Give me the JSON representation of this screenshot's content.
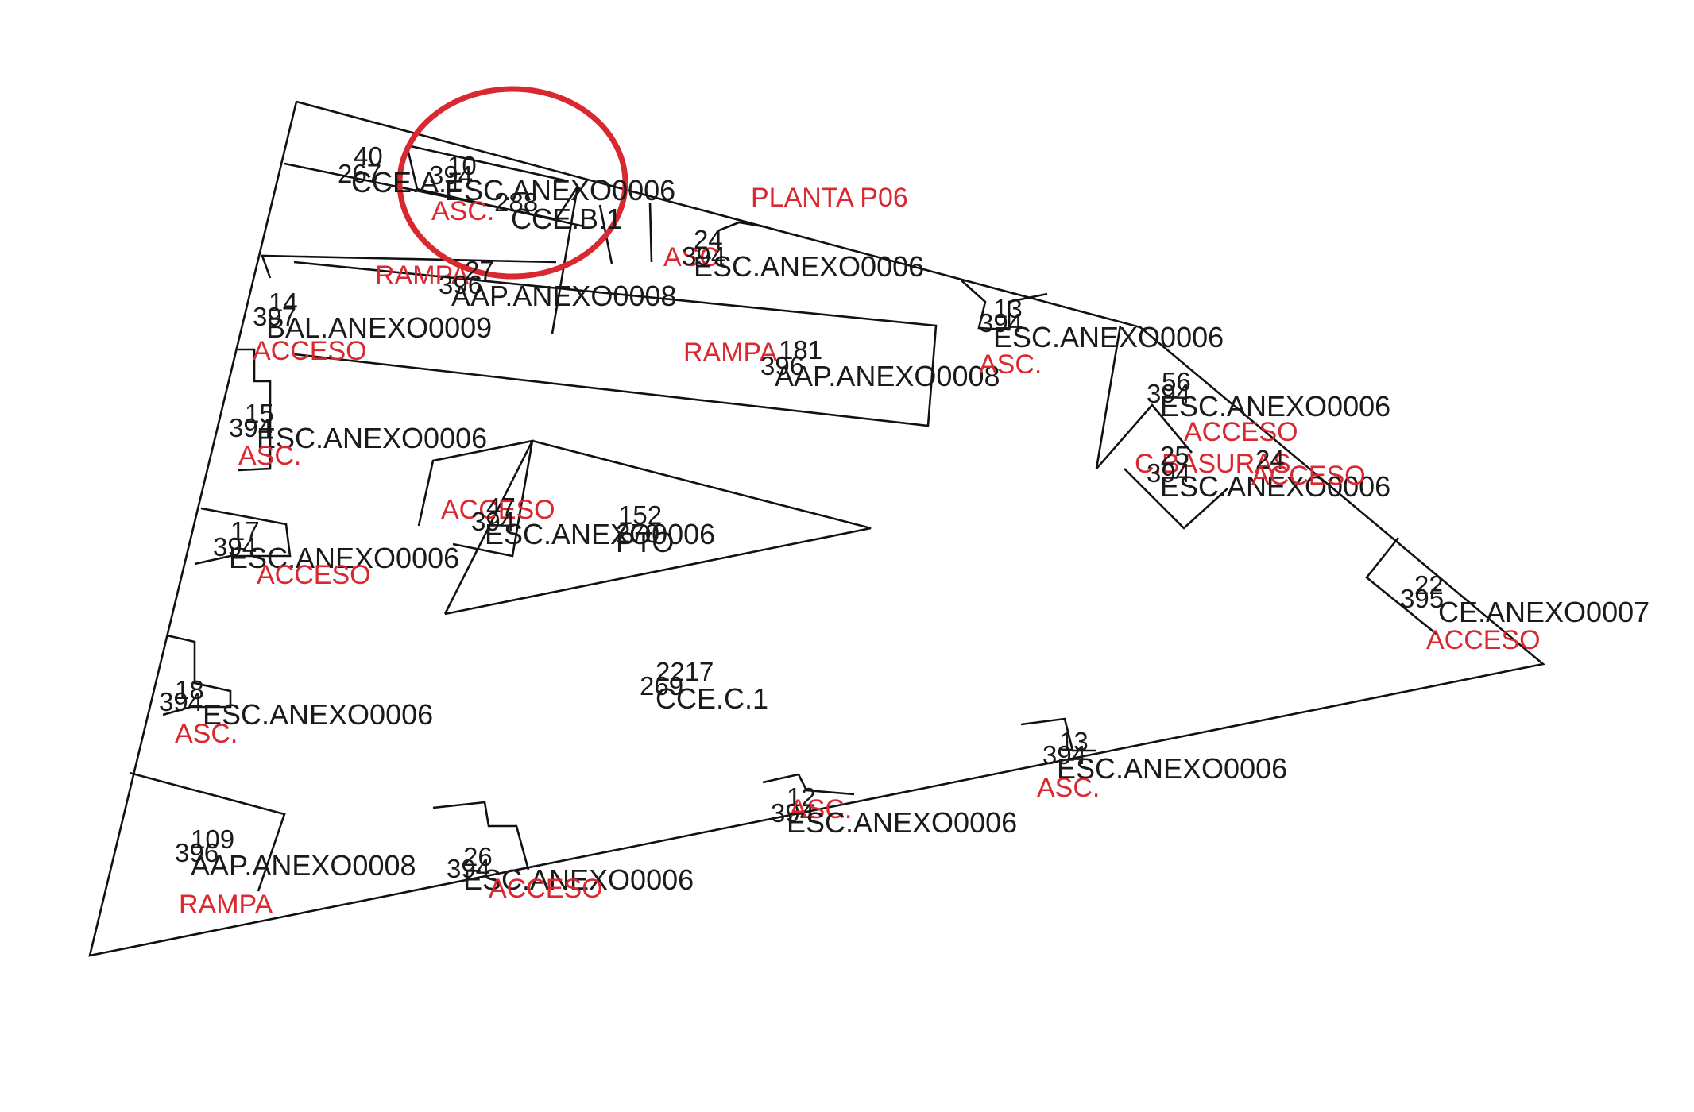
{
  "plan": {
    "floor_label": "PLANTA P06",
    "highlight_circle": true,
    "colors": {
      "lines": "#111111",
      "annotation": "#d9282f",
      "text": "#1a1a1a"
    },
    "labels": {
      "top_left_40": "40",
      "top_left_267": "267",
      "top_left_cce": "CCE.A.1",
      "circle_10": "10",
      "circle_394": "394",
      "circle_esc": "ESC.ANEXO0006",
      "circle_288": "288",
      "circle_cce_b1": "CCE.B.1",
      "circle_asc": "ASC.",
      "rampa_top": "RAMPA",
      "n27": "27",
      "n396_a": "396",
      "aap_1": "AAP.ANEXO0008",
      "n24": "24",
      "n394_b": "394",
      "asc_top": "ASC.",
      "esc_top": "ESC.ANEXO0006",
      "n14": "14",
      "n397": "397",
      "bal": "BAL.ANEXO0009",
      "acceso_1": "ACCESO",
      "rampa_mid": "RAMPA",
      "n181": "181",
      "n396_b": "396",
      "aap_2": "AAP.ANEXO0008",
      "n13_right": "13",
      "n394_c": "394",
      "esc_right1": "ESC.ANEXO0006",
      "asc_right1": "ASC.",
      "n15": "15",
      "n394_d": "394",
      "esc_left2": "ESC.ANEXO0006",
      "asc_left2": "ASC.",
      "acceso_center": "ACCESO",
      "n47": "47",
      "n394_e": "394",
      "esc_center": "ESC.ANEXO0006",
      "n152": "152",
      "n270": "270",
      "pto": "PTO",
      "n56": "56",
      "n394_f": "394",
      "esc_right2": "ESC.ANEXO0006",
      "acceso_right1": "ACCESO",
      "basuras": "C.BASURAS",
      "n25": "25",
      "n24_r": "24",
      "n394_g": "394",
      "esc_right3": "ESC.ANEXO0006",
      "acceso_right2": "ACCESO",
      "n17": "17",
      "n394_h": "394",
      "esc_left3": "ESC.ANEXO0006",
      "acceso_left3": "ACCESO",
      "n22": "22",
      "n395": "395",
      "ce_anexo7": "CE.ANEXO0007",
      "acceso_far_right": "ACCESO",
      "n2217": "2217",
      "n269": "269",
      "cce_c1": "CCE.C.1",
      "n18": "18",
      "n394_i": "394",
      "esc_left4": "ESC.ANEXO0006",
      "asc_left4": "ASC.",
      "n13_bottom": "13",
      "n394_j": "394",
      "esc_bottom1": "ESC.ANEXO0006",
      "asc_bottom1": "ASC.",
      "n12": "12",
      "n394_k": "394",
      "asc_bottom2": "ASC.",
      "esc_bottom2": "ESC.ANEXO0006",
      "n109": "109",
      "n396_c": "396",
      "aap_3": "AAP.ANEXO0008",
      "rampa_bottom": "RAMPA",
      "n26": "26",
      "n394_l": "394",
      "esc_bottom3": "ESC.ANEXO0006",
      "acceso_bottom": "ACCESO"
    }
  }
}
